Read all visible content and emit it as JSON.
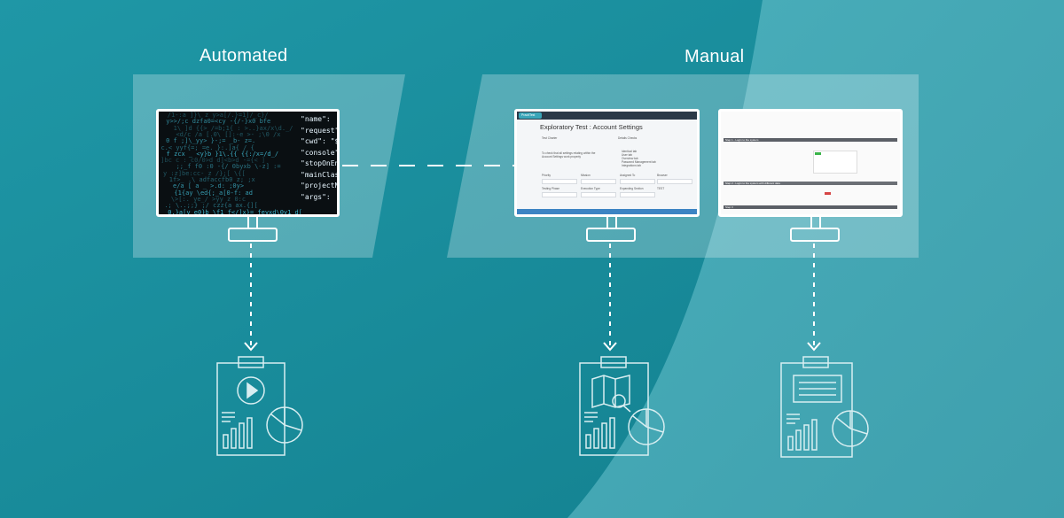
{
  "headings": {
    "automated": "Automated",
    "manual": "Manual"
  },
  "colors": {
    "background": "#1c8a99",
    "panel": "rgba(255,255,255,0.28)",
    "line_art": "#ffffff",
    "code_text": "#3fb8d0"
  },
  "code_screen": {
    "right_lines": [
      "\"name\":",
      "\"request\"",
      "\"cwd\": \"$",
      "\"console\"",
      "\"stopOnEnt",
      "\"mainClass",
      "\"projectNa",
      "\"args\":"
    ]
  },
  "exploratory_screen": {
    "logo": "PractiTest",
    "title": "Exploratory Test : Account Settings",
    "labels": [
      "Test Charter",
      "Details Checks",
      "Priority",
      "Mission",
      "Assigned To",
      "Browser",
      "Testing Phase",
      "Execution Type",
      "Expanding Section",
      "TEST"
    ],
    "checklist": [
      "Identical tab",
      "User tab",
      "Overview tab",
      "Password Management tab",
      "Integrations tab"
    ],
    "description": "To check that all settings relating within the Account Settings work properly"
  },
  "steps_screen": {
    "step_headers": [
      "Step 1 - Login to the system",
      "Step 2 - Login to the system with different data",
      "Step 3"
    ]
  },
  "icons": [
    "play-video-icon",
    "map-search-icon",
    "document-list-icon",
    "bar-chart-icon",
    "pie-chart-icon",
    "clipboard-icon"
  ]
}
